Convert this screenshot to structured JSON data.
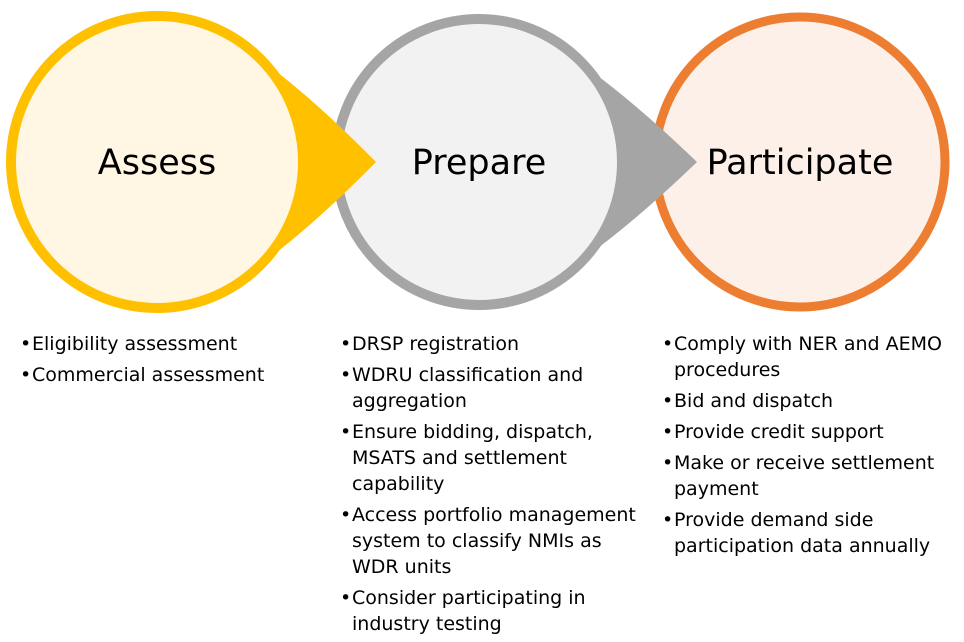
{
  "stages": [
    {
      "title": "Assess",
      "ring_color": "#FFC000",
      "fill_color": "#FFF7E3",
      "items": [
        "Eligibility assessment",
        "Commercial assessment"
      ]
    },
    {
      "title": "Prepare",
      "ring_color": "#A5A5A5",
      "fill_color": "#F2F2F2",
      "items": [
        "DRSP registration",
        "WDRU classification and aggregation",
        "Ensure bidding, dispatch, MSATS and settlement capability",
        "Access portfolio management system to classify NMIs as WDR units",
        "Consider participating in industry testing"
      ]
    },
    {
      "title": "Participate",
      "ring_color": "#ED7D31",
      "fill_color": "#FDF0E8",
      "items": [
        "Comply with NER and AEMO procedures",
        "Bid and dispatch",
        "Provide credit support",
        "Make or receive settlement payment",
        "Provide demand side participation data annually"
      ]
    }
  ]
}
